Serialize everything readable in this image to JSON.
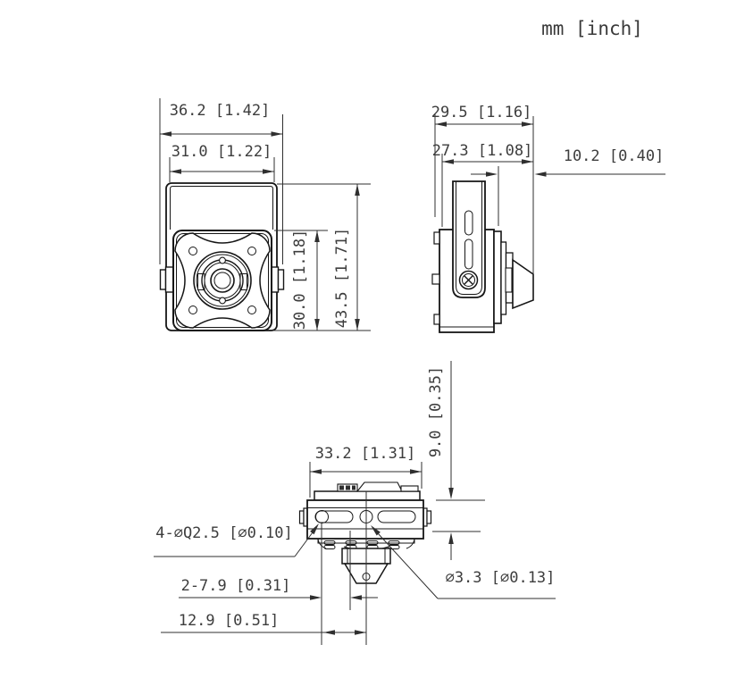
{
  "units_label": "mm [inch]",
  "drawing": {
    "views": {
      "front": {
        "overall_width": "36.2 [1.42]",
        "bracket_width": "31.0 [1.22]",
        "faceplate_height": "30.0 [1.18]",
        "overall_height": "43.5 [1.71]"
      },
      "side": {
        "overall_depth": "29.5 [1.16]",
        "body_depth": "27.3 [1.08]",
        "lens_protrusion": "10.2 [0.40]"
      },
      "bottom": {
        "body_width": "33.2 [1.31]",
        "bracket_thickness": "9.0 [0.35]",
        "mount_holes": "4-⌀Q2.5 [⌀0.10]",
        "slot_length": "2-7.9 [0.31]",
        "hole_spacing": "12.9 [0.51]",
        "center_hole": "⌀3.3 [⌀0.13]"
      }
    },
    "colors": {
      "line": "#161616",
      "dimension": "#2f2f2f",
      "background": "#ffffff"
    }
  }
}
